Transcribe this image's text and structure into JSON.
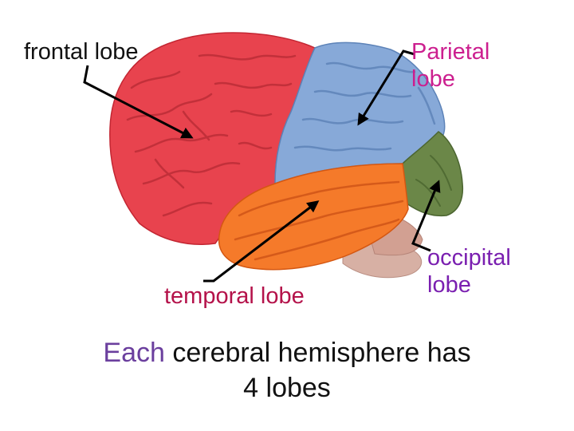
{
  "labels": {
    "frontal": "frontal lobe",
    "parietal_line1": "Parietal",
    "parietal_line2": "lobe",
    "temporal": "temporal lobe",
    "occipital_line1": "occipital",
    "occipital_line2": "lobe"
  },
  "caption": {
    "emphasis": "Each",
    "line1_rest": " cerebral hemisphere has",
    "line2": "4 lobes"
  },
  "colors": {
    "frontal_lobe": "#e8434e",
    "parietal_lobe": "#87a9d8",
    "temporal_lobe": "#f57a2a",
    "occipital_lobe": "#6b8748",
    "brainstem": "#d9b3a6",
    "cerebellum": "#d4a294",
    "parietal_label": "#cc1f8f",
    "temporal_label": "#b4124a",
    "occipital_label": "#7a1fb0",
    "caption_emphasis": "#6b3f9e",
    "arrow": "#000000"
  }
}
